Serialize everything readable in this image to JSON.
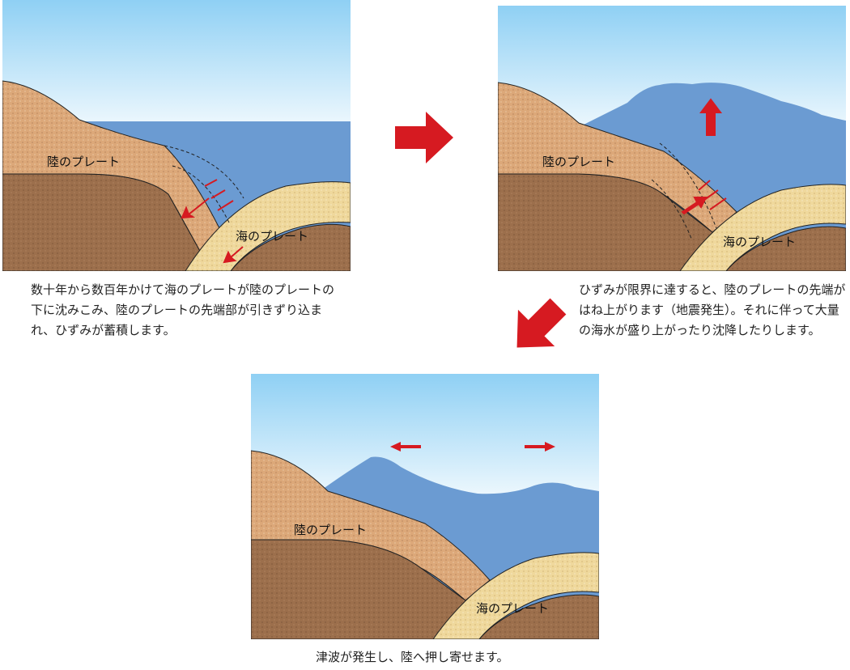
{
  "colors": {
    "sky_top": "#8fd0f4",
    "sea": "#6b9bd2",
    "land": "#dca879",
    "mantle": "#9c6f4c",
    "ocean_plate": "#efd89c",
    "arrow": "#d61a21"
  },
  "labels": {
    "land_plate": "陸のプレート",
    "ocean_plate": "海のプレート"
  },
  "captions": {
    "step1": "数十年から数百年かけて海のプレートが陸のプレートの下に沈みこみ、陸のプレートの先端部が引きずり込まれ、ひずみが蓄積します。",
    "step2": "ひずみが限界に達すると、陸のプレートの先端がはね上がります（地震発生）。それに伴って大量の海水が盛り上がったり沈降したりします。",
    "step3": "津波が発生し、陸へ押し寄せます。"
  }
}
